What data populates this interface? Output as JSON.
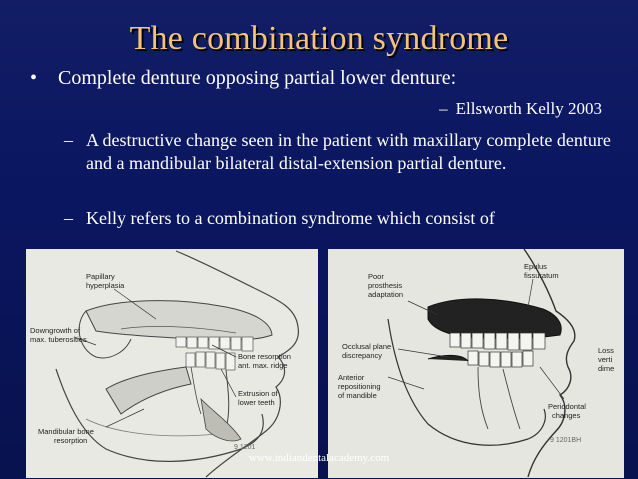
{
  "slide": {
    "title": "The combination syndrome",
    "bullet_marker": "•",
    "bullet_text": "Complete denture opposing partial lower denture:",
    "citation_dash": "–",
    "citation": "Ellsworth Kelly 2003",
    "sub_items": [
      {
        "dash": "–",
        "text": "A destructive change seen in the patient with maxillary complete denture and a mandibular bilateral distal-extension partial denture."
      },
      {
        "dash": "–",
        "text": "Kelly refers to a combination syndrome which consist of"
      }
    ]
  },
  "figure_left": {
    "labels": {
      "papillary": [
        "Papillary",
        "hyperplasia"
      ],
      "downgrowth": [
        "Downgrowth of",
        "max. tuberosities"
      ],
      "bone_resorption": [
        "Bone resorption",
        "ant. max. ridge"
      ],
      "extrusion": [
        "Extrusion of",
        "lower teeth"
      ],
      "mandibular": [
        "Mandibular bone",
        "resorption"
      ]
    },
    "code": "9 1201"
  },
  "figure_right": {
    "labels": {
      "poor": [
        "Poor",
        "prosthesis",
        "adaptation"
      ],
      "epulus": [
        "Epulus",
        "fissuratum"
      ],
      "occlusal": [
        "Occlusal plane",
        "discrepancy"
      ],
      "anterior": [
        "Anterior",
        "repositioning",
        "of mandible"
      ],
      "loss": [
        "Loss",
        "verti",
        "dime"
      ],
      "periodontal": [
        "Periodontal",
        "changes"
      ]
    },
    "code": "9 1201BH"
  },
  "footer": {
    "watermark": "www.indiandentalacademy.com"
  },
  "colors": {
    "background": "#0a1660",
    "title": "#f4c27a",
    "text": "#ffffff"
  }
}
